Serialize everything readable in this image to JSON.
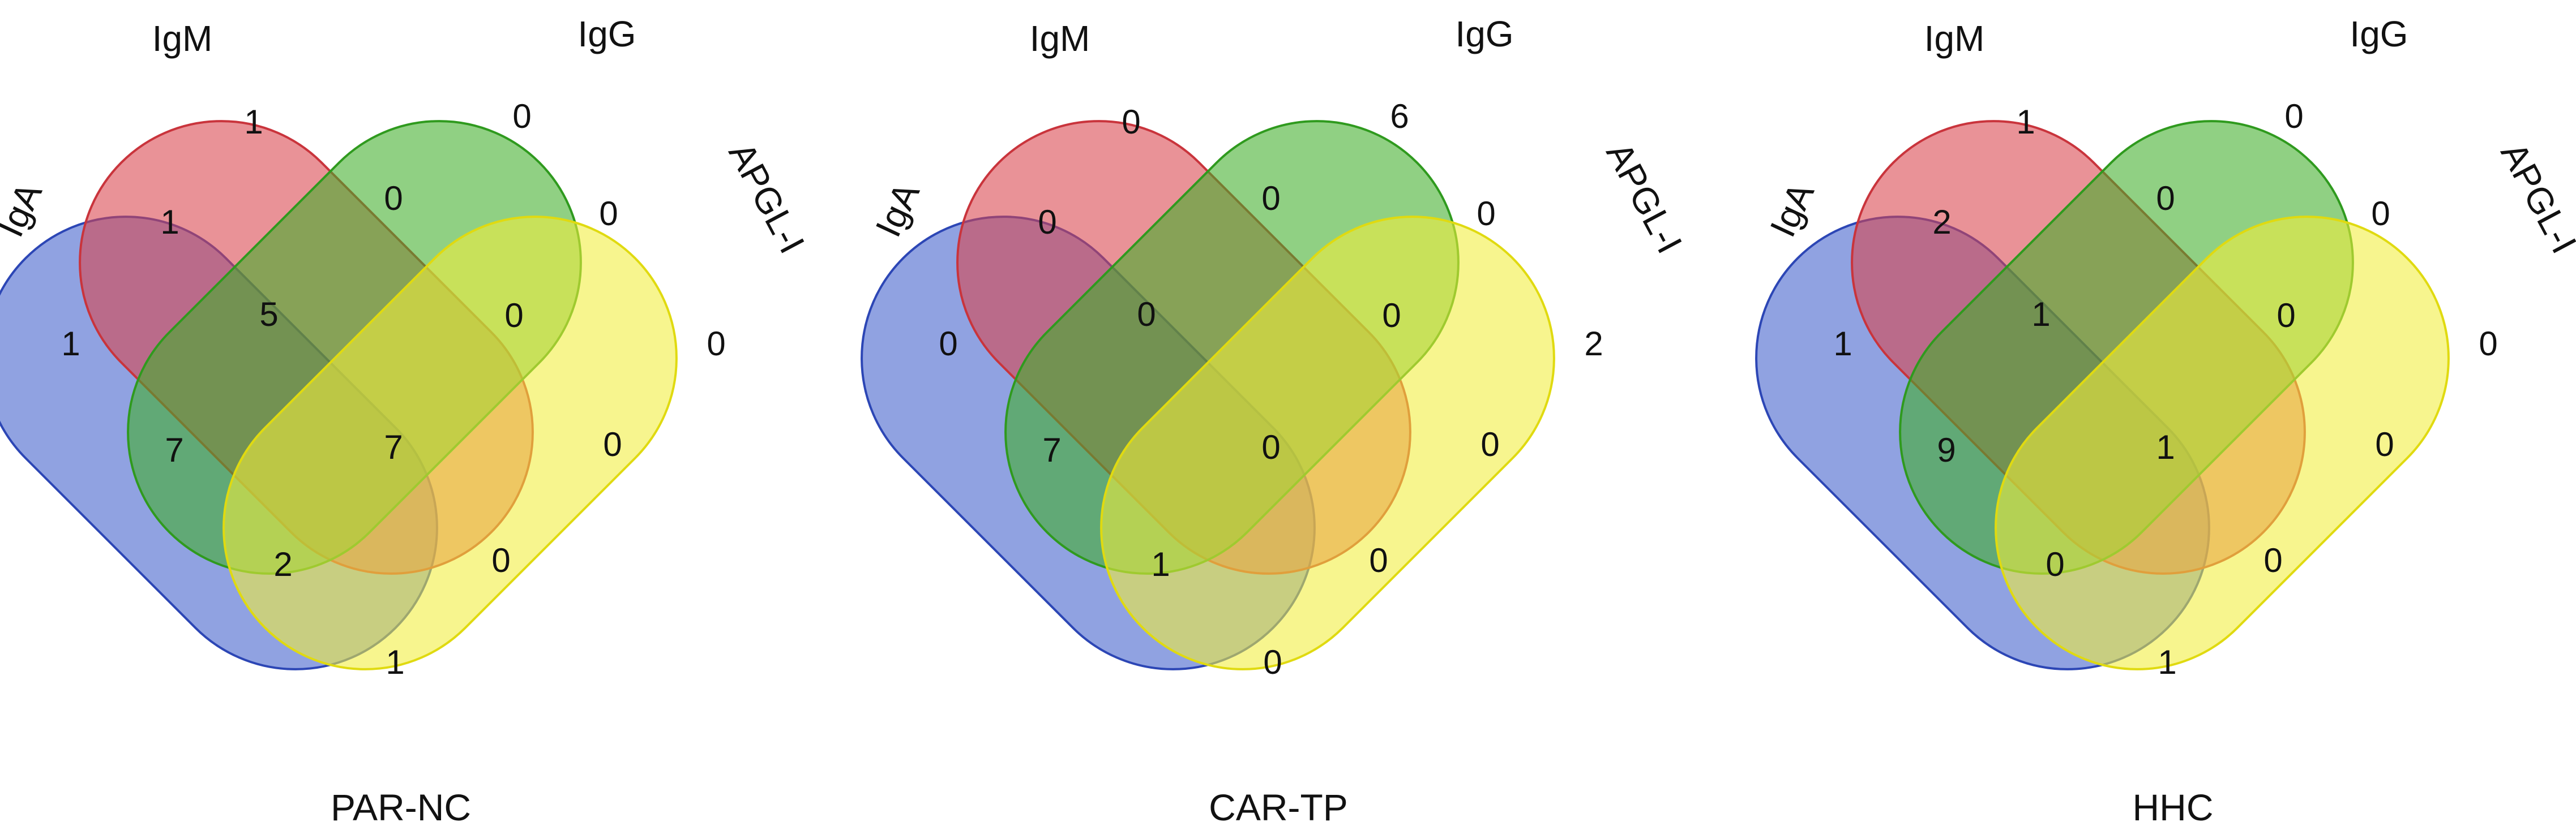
{
  "sets": [
    {
      "key": "iga",
      "name": "IgA",
      "fill": "#3f5fcc",
      "stroke": "#2c46b5"
    },
    {
      "key": "igm",
      "name": "IgM",
      "fill": "#d9444c",
      "stroke": "#c9343c"
    },
    {
      "key": "igg",
      "name": "IgG",
      "fill": "#3fae2a",
      "stroke": "#2f9a1e"
    },
    {
      "key": "apgl",
      "name": "APGL-I",
      "fill": "#f2ee3c",
      "stroke": "#e0da10"
    }
  ],
  "diagrams": [
    {
      "caption": "PAR-NC",
      "regions": {
        "A": "1",
        "M": "1",
        "G": "0",
        "P": "0",
        "AM": "1",
        "MG": "0",
        "GP": "0",
        "AP": "1",
        "AG": "7",
        "MP": "0",
        "AMG": "5",
        "MGP": "0",
        "AGP": "2",
        "AMP": "0",
        "AMGP": "7"
      }
    },
    {
      "caption": "CAR-TP",
      "regions": {
        "A": "0",
        "M": "0",
        "G": "6",
        "P": "2",
        "AM": "0",
        "MG": "0",
        "GP": "0",
        "AP": "0",
        "AG": "7",
        "MP": "0",
        "AMG": "0",
        "MGP": "0",
        "AGP": "1",
        "AMP": "0",
        "AMGP": "0"
      }
    },
    {
      "caption": "HHC",
      "regions": {
        "A": "1",
        "M": "1",
        "G": "0",
        "P": "0",
        "AM": "2",
        "MG": "0",
        "GP": "0",
        "AP": "1",
        "AG": "9",
        "MP": "0",
        "AMG": "1",
        "MGP": "0",
        "AGP": "0",
        "AMP": "0",
        "AMGP": "1"
      }
    }
  ]
}
